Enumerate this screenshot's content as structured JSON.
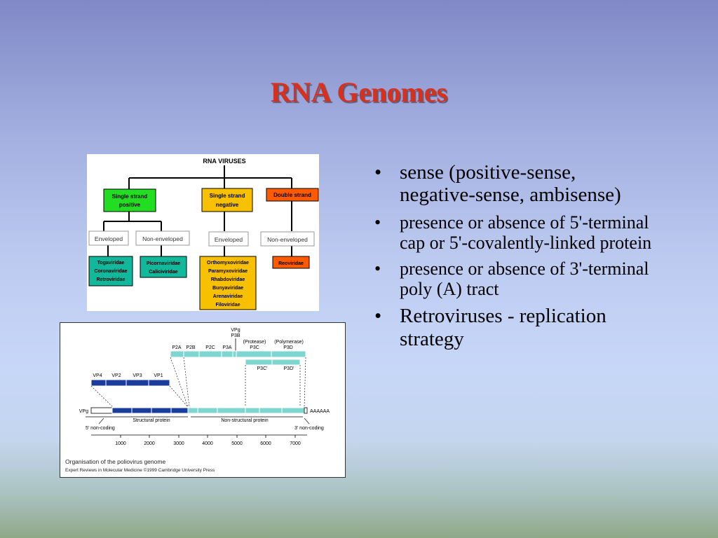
{
  "slide": {
    "title": "RNA Genomes"
  },
  "bullets": [
    {
      "text": "sense (positive-sense, negative-sense, ambisense)",
      "size": "large"
    },
    {
      "text": "presence or absence of 5'-terminal cap or 5'-covalently-linked protein",
      "size": "med"
    },
    {
      "text": "presence or absence of 3'-terminal poly (A) tract",
      "size": "med"
    },
    {
      "text": "Retroviruses - replication strategy",
      "size": "large"
    }
  ],
  "bullet_glyph": "•",
  "rna_tree": {
    "root": "RNA VIRUSES",
    "ss_pos": [
      "Single strand",
      "positive"
    ],
    "ss_neg": [
      "Single strand",
      "negative"
    ],
    "ds": "Double strand",
    "env1": "Enveloped",
    "nonenv1": "Non-enveloped",
    "env2": "Enveloped",
    "nonenv2": "Non-enveloped",
    "fam_toga": [
      "Togaviridae",
      "Coronaviridae",
      "Retroviridae"
    ],
    "fam_picorna": [
      "Picornaviridae",
      "Caliciviridae"
    ],
    "fam_ortho": [
      "Orthomyxoviridae",
      "Paramyxoviridae",
      "Rhabdoviridae",
      "Bunyaviridae",
      "Arenaviridae",
      "Filoviridae"
    ],
    "fam_reo": "Reoviridae",
    "colors": {
      "green": "#22dd22",
      "yellow": "#f7c000",
      "orange": "#ff5a00",
      "teal": "#11b89b"
    }
  },
  "polio": {
    "vpg_top": "VPg",
    "p3b": "P3B",
    "protease": "(Protease)",
    "polymerase": "(Polymerase)",
    "p2a": "P2A",
    "p2b": "P2B",
    "p2c": "P2C",
    "p3a": "P3A",
    "p3c": "P3C",
    "p3d": "P3D",
    "p3c_prime": "P3C'",
    "p3d_prime": "P3D'",
    "vp4": "VP4",
    "vp2": "VP2",
    "vp3": "VP3",
    "vp1": "VP1",
    "vpg_left": "VPg",
    "polya": "AAAAAA",
    "five_nc": "5' non-coding",
    "structural": "Structural protein",
    "nonstructural": "Non-structural protein",
    "three_nc": "3' non-coding",
    "ticks": [
      "1000",
      "2000",
      "3000",
      "4000",
      "5000",
      "6000",
      "7000"
    ],
    "caption": "Organisation of the poliovirus genome",
    "credit": "Expert Reviews in Molecular Medicine ©1999 Cambridge University Press",
    "colors": {
      "structural": "#1a3c9c",
      "nonstructural": "#7fd6d0"
    }
  }
}
